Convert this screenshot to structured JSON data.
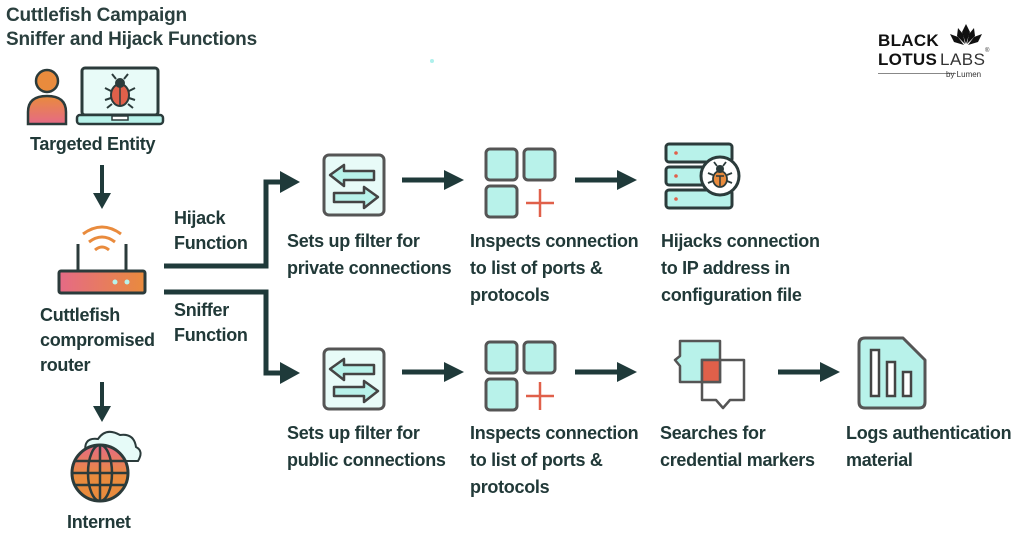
{
  "title": {
    "line1": "Cuttlefish Campaign",
    "line2": "Sniffer and Hijack Functions"
  },
  "logo": {
    "line1": "BLACK",
    "line2": "LOTUS",
    "labs": "LABS",
    "registered": "®",
    "by": "by Lumen"
  },
  "colors": {
    "dark": "#1f3a3a",
    "teal_fill": "#b8f2ea",
    "accent_red": "#e0604a",
    "orange": "#e98b3d",
    "pink": "#e56a86"
  },
  "nodes": {
    "targeted_entity": {
      "label": "Targeted Entity"
    },
    "router": {
      "lines": [
        "Cuttlefish",
        "compromised",
        "router"
      ]
    },
    "internet": {
      "label": "Internet"
    }
  },
  "branches": {
    "hijack": {
      "label_lines": [
        "Hijack",
        "Function"
      ],
      "steps": [
        {
          "icon": "filter-arrows-icon",
          "lines": [
            "Sets up filter for",
            "private connections"
          ]
        },
        {
          "icon": "port-grid-icon",
          "lines": [
            "Inspects connection",
            "to list of ports &",
            "protocols"
          ]
        },
        {
          "icon": "server-bug-icon",
          "lines": [
            "Hijacks connection",
            "to IP address in",
            "configuration file"
          ]
        }
      ]
    },
    "sniffer": {
      "label_lines": [
        "Sniffer",
        "Function"
      ],
      "steps": [
        {
          "icon": "filter-arrows-icon",
          "lines": [
            "Sets up filter for",
            "public connections"
          ]
        },
        {
          "icon": "port-grid-icon",
          "lines": [
            "Inspects connection",
            "to list of ports &",
            "protocols"
          ]
        },
        {
          "icon": "chat-search-icon",
          "lines": [
            "Searches for",
            "credential markers"
          ]
        },
        {
          "icon": "log-file-icon",
          "lines": [
            "Logs authentication",
            "material"
          ]
        }
      ]
    }
  }
}
